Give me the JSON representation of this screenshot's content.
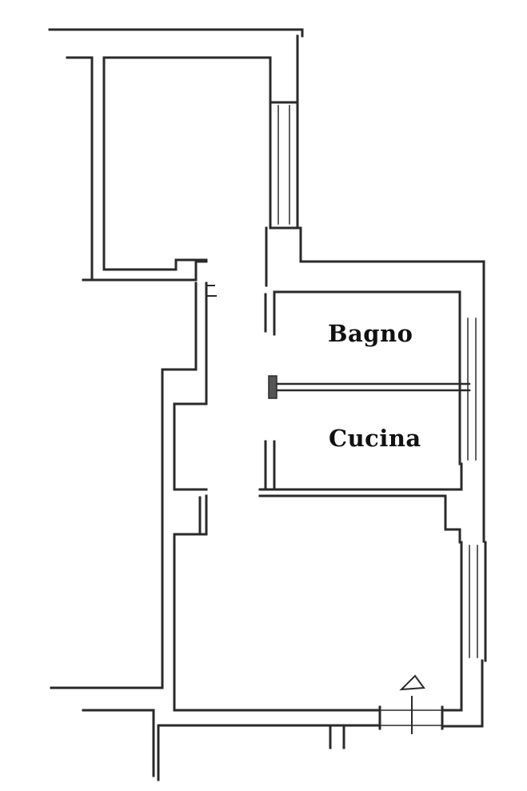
{
  "plan": {
    "rooms": [
      {
        "id": "bagno",
        "label": "Bagno"
      },
      {
        "id": "cucina",
        "label": "Cucina"
      }
    ],
    "entrance_symbol": "entrance-arrow-icon",
    "ink_color": "#2a2a2a",
    "background": "#ffffff"
  }
}
